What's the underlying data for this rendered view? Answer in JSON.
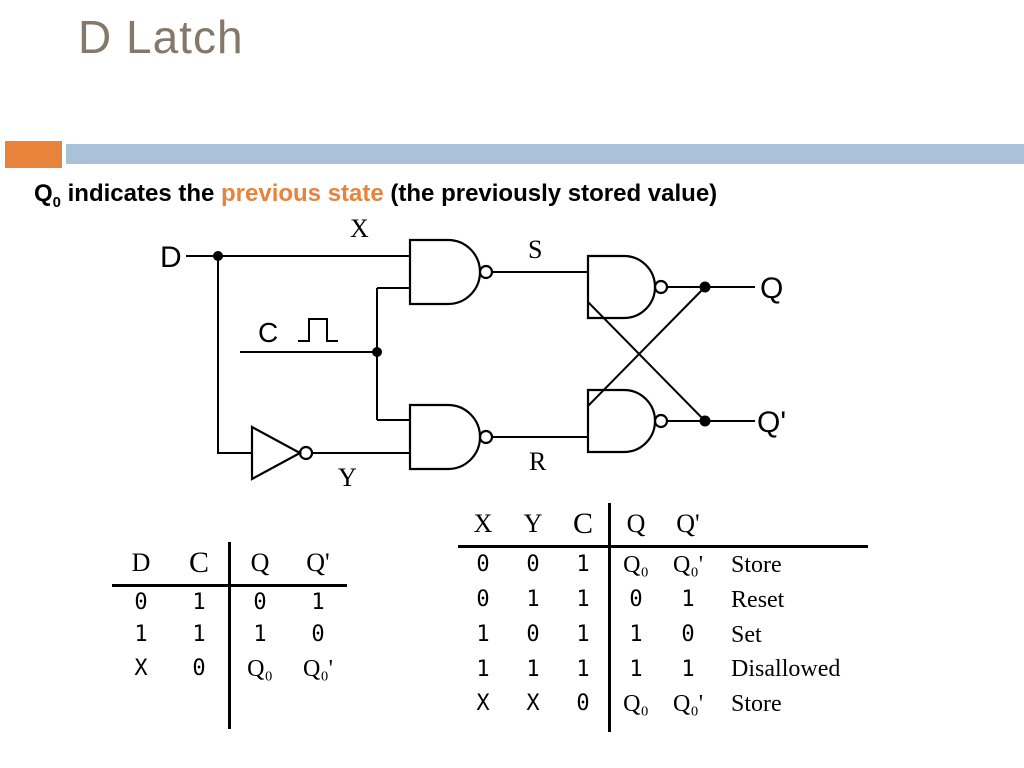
{
  "slide": {
    "title": "D Latch",
    "accent_colors": {
      "orange": "#e8833c",
      "blue": "#a9c2da",
      "title_text": "#83786a"
    }
  },
  "heading": {
    "q": "Q",
    "q_sub": "0",
    "mid": " indicates the ",
    "highlight": "previous state",
    "rest": " (the previously stored value)"
  },
  "circuit": {
    "labels": {
      "d": "D",
      "c": "C",
      "x": "X",
      "y": "Y",
      "s": "S",
      "r": "R",
      "q": "Q",
      "q_not": "Q'"
    }
  },
  "left_table": {
    "headers": [
      "D",
      "C",
      "Q",
      "Q'"
    ],
    "rows": [
      [
        "0",
        "1",
        "0",
        "1"
      ],
      [
        "1",
        "1",
        "1",
        "0"
      ],
      [
        "X",
        "0",
        "Q₀",
        "Q₀'"
      ]
    ]
  },
  "right_table": {
    "headers": [
      "X",
      "Y",
      "C",
      "Q",
      "Q'",
      ""
    ],
    "rows": [
      [
        "0",
        "0",
        "1",
        "Q₀",
        "Q₀'",
        "Store"
      ],
      [
        "0",
        "1",
        "1",
        "0",
        "1",
        "Reset"
      ],
      [
        "1",
        "0",
        "1",
        "1",
        "0",
        "Set"
      ],
      [
        "1",
        "1",
        "1",
        "1",
        "1",
        "Disallowed"
      ],
      [
        "X",
        "X",
        "0",
        "Q₀",
        "Q₀'",
        "Store"
      ]
    ]
  }
}
